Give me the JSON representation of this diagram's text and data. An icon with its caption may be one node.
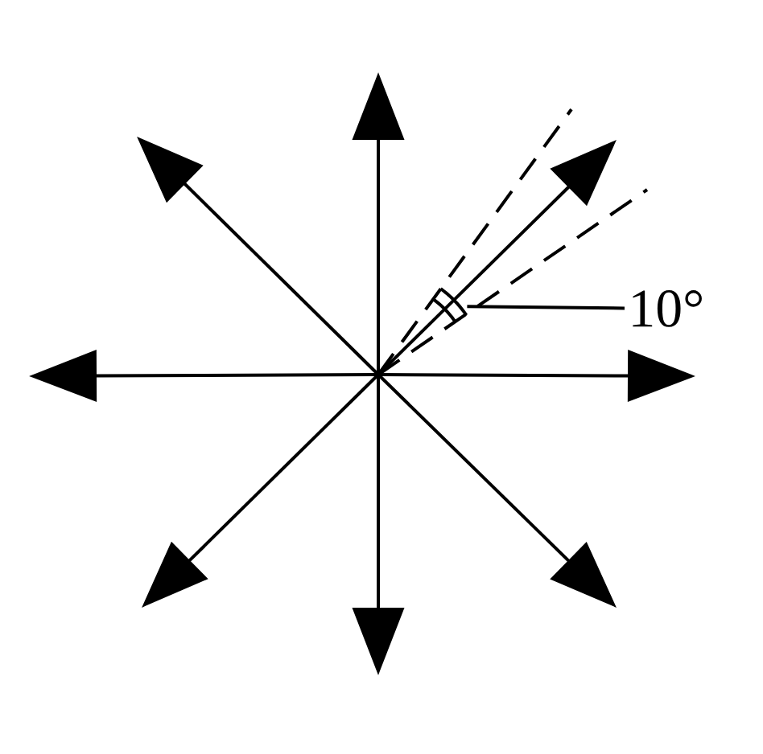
{
  "diagram": {
    "nodes": [
      {
        "text": [
          "10°"
        ]
      },
      {
        "text": [],
        "shape": "arc"
      }
    ],
    "edges": [
      {
        "from": 0,
        "to": 1,
        "arrow": "none"
      }
    ]
  }
}
